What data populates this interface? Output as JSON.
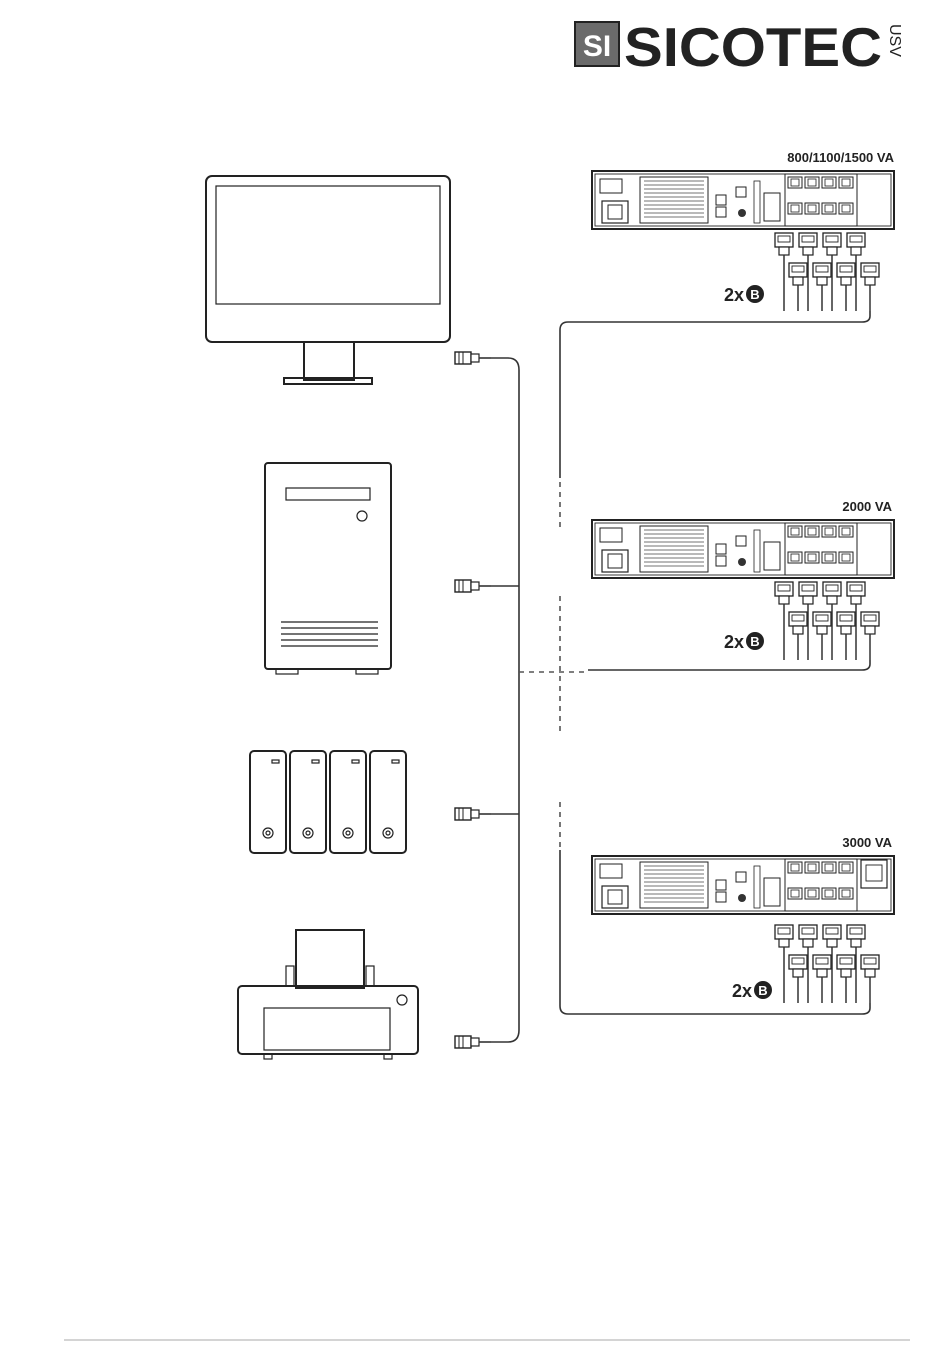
{
  "brand": {
    "logo_mark": "SI",
    "name": "SICOTEC",
    "suffix": "USV",
    "colors": {
      "mark_bg": "#6b6b6b",
      "text": "#222222"
    }
  },
  "ups_units": [
    {
      "id": "ups-1",
      "model_label": "800/1100/1500 VA",
      "cable_label": "2x",
      "cable_badge": "B"
    },
    {
      "id": "ups-2",
      "model_label": "2000 VA",
      "cable_label": "2x",
      "cable_badge": "B"
    },
    {
      "id": "ups-3",
      "model_label": "3000 VA",
      "cable_label": "2x",
      "cable_badge": "B"
    }
  ],
  "devices": [
    {
      "id": "monitor",
      "icon": "monitor-icon"
    },
    {
      "id": "pc-tower",
      "icon": "pc-tower-icon"
    },
    {
      "id": "nas",
      "icon": "nas-drives-icon"
    },
    {
      "id": "printer",
      "icon": "printer-icon"
    }
  ]
}
